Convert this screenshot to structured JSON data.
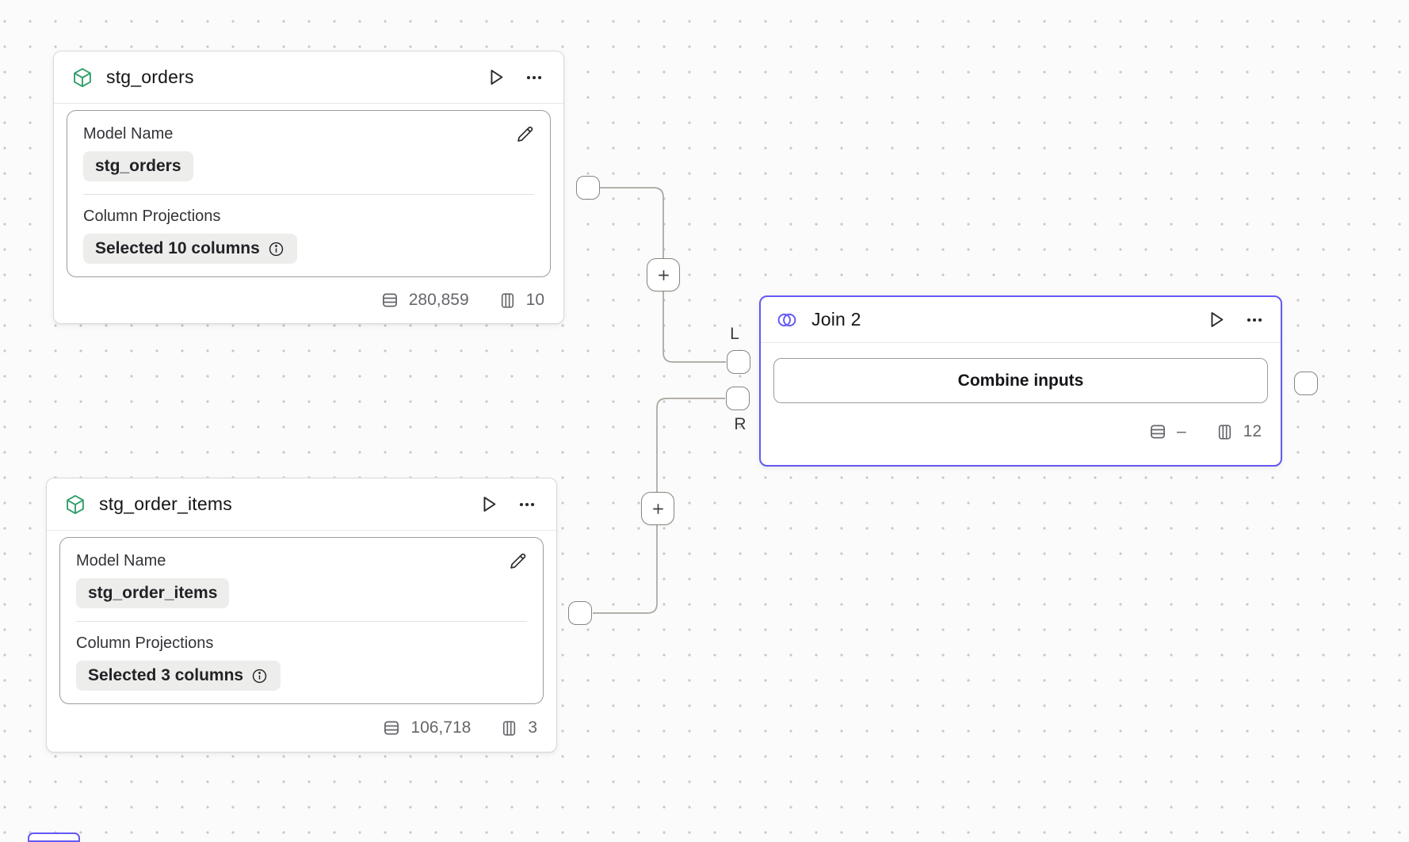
{
  "canvas": {
    "background_color": "#fbfbfb",
    "dot_color": "#c9c9c9",
    "accent_color": "#6459f4",
    "model_icon_color": "#2f9e68",
    "wire_color": "#aba59f",
    "icons": [
      "cube-icon",
      "join-icon",
      "play-icon",
      "ellipsis-icon",
      "pencil-icon",
      "info-icon",
      "rows-icon",
      "columns-icon",
      "plus-icon"
    ]
  },
  "nodes": {
    "stg_orders": {
      "title": "stg_orders",
      "fields": {
        "model_name": {
          "label": "Model Name",
          "value": "stg_orders"
        },
        "column_projections": {
          "label": "Column Projections",
          "value": "Selected 10 columns"
        }
      },
      "stats": {
        "rows": "280,859",
        "columns": "10"
      }
    },
    "stg_order_items": {
      "title": "stg_order_items",
      "fields": {
        "model_name": {
          "label": "Model Name",
          "value": "stg_order_items"
        },
        "column_projections": {
          "label": "Column Projections",
          "value": "Selected 3 columns"
        }
      },
      "stats": {
        "rows": "106,718",
        "columns": "3"
      }
    },
    "join2": {
      "title": "Join 2",
      "combine_button_label": "Combine inputs",
      "ports": {
        "left": "L",
        "right": "R"
      },
      "stats": {
        "rows": "–",
        "columns": "12"
      }
    }
  }
}
